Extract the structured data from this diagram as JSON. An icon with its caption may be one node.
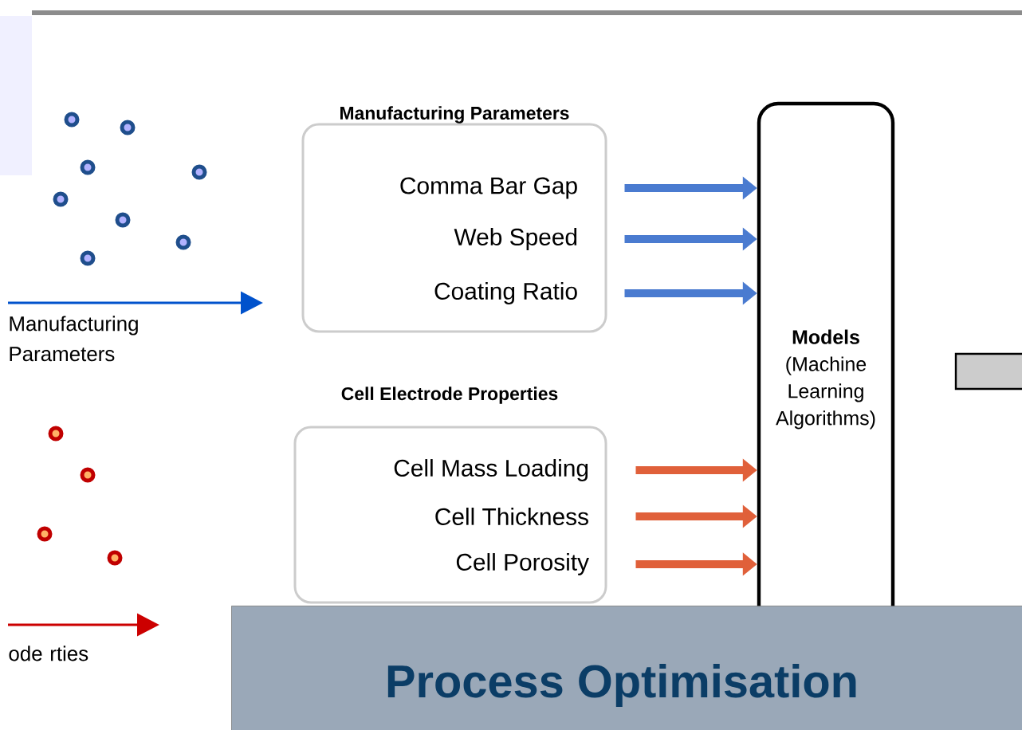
{
  "diagram": {
    "nodes": [
      {
        "text": [
          "Manufacturing Parameters"
        ]
      },
      {
        "text": [
          "Comma Bar Gap"
        ],
        "in": 0
      },
      {
        "text": [
          "Web Speed"
        ],
        "in": 0
      },
      {
        "text": [
          "Coating Ratio"
        ],
        "in": 0
      },
      {
        "text": [
          "Cell Electrode Properties"
        ]
      },
      {
        "text": [
          "Cell Mass Loading"
        ],
        "in": 4
      },
      {
        "text": [
          "Cell Thickness"
        ],
        "in": 4
      },
      {
        "text": [
          "Cell Porosity"
        ],
        "in": 4
      },
      {
        "text": [
          "Models",
          "(Machine Learning Algorithms)"
        ]
      },
      {
        "text": [],
        "shape": "box"
      },
      {
        "text": [
          "Process Optimisation"
        ]
      }
    ],
    "edges": [
      {
        "from": 1,
        "to": 8,
        "arrow": "to",
        "color": "#4a7bd0"
      },
      {
        "from": 2,
        "to": 8,
        "arrow": "to",
        "color": "#4a7bd0"
      },
      {
        "from": 3,
        "to": 8,
        "arrow": "to",
        "color": "#4a7bd0"
      },
      {
        "from": 5,
        "to": 8,
        "arrow": "to",
        "color": "#e0603a"
      },
      {
        "from": 6,
        "to": 8,
        "arrow": "to",
        "color": "#e0603a"
      },
      {
        "from": 7,
        "to": 8,
        "arrow": "to",
        "color": "#e0603a"
      }
    ],
    "labels": [
      "Manufacturing Parameters",
      "ode rties"
    ]
  }
}
